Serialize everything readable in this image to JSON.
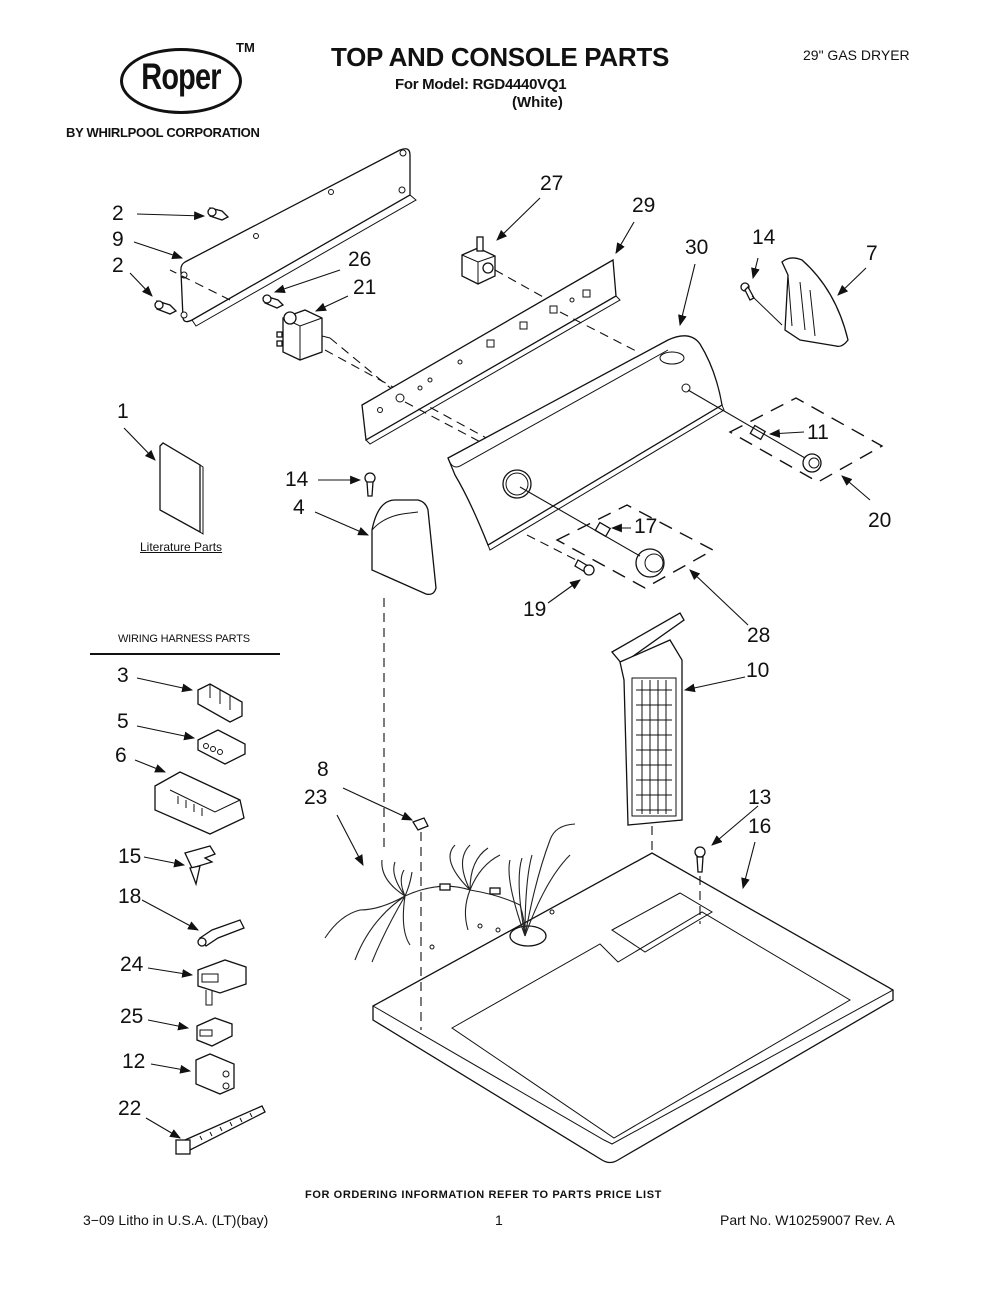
{
  "header": {
    "brand": "Roper",
    "trademark": "TM",
    "corporation": "BY WHIRLPOOL CORPORATION",
    "title": "TOP AND CONSOLE PARTS",
    "model_line": "For Model: RGD4440VQ1",
    "color_line": "(White)",
    "product_type": "29\" GAS DRYER"
  },
  "sections": {
    "literature_label": "Literature Parts",
    "wiring_harness_title": "WIRING HARNESS PARTS"
  },
  "callouts": [
    {
      "id": "c2a",
      "label": "2"
    },
    {
      "id": "c9",
      "label": "9"
    },
    {
      "id": "c2b",
      "label": "2"
    },
    {
      "id": "c26",
      "label": "26"
    },
    {
      "id": "c21",
      "label": "21"
    },
    {
      "id": "c27",
      "label": "27"
    },
    {
      "id": "c29",
      "label": "29"
    },
    {
      "id": "c30",
      "label": "30"
    },
    {
      "id": "c14a",
      "label": "14"
    },
    {
      "id": "c7",
      "label": "7"
    },
    {
      "id": "c1",
      "label": "1"
    },
    {
      "id": "c11",
      "label": "11"
    },
    {
      "id": "c20",
      "label": "20"
    },
    {
      "id": "c14b",
      "label": "14"
    },
    {
      "id": "c4",
      "label": "4"
    },
    {
      "id": "c17",
      "label": "17"
    },
    {
      "id": "c19",
      "label": "19"
    },
    {
      "id": "c28",
      "label": "28"
    },
    {
      "id": "c10",
      "label": "10"
    },
    {
      "id": "c3",
      "label": "3"
    },
    {
      "id": "c5",
      "label": "5"
    },
    {
      "id": "c6",
      "label": "6"
    },
    {
      "id": "c8",
      "label": "8"
    },
    {
      "id": "c23",
      "label": "23"
    },
    {
      "id": "c13",
      "label": "13"
    },
    {
      "id": "c16",
      "label": "16"
    },
    {
      "id": "c15",
      "label": "15"
    },
    {
      "id": "c18",
      "label": "18"
    },
    {
      "id": "c24",
      "label": "24"
    },
    {
      "id": "c25",
      "label": "25"
    },
    {
      "id": "c12",
      "label": "12"
    },
    {
      "id": "c22",
      "label": "22"
    }
  ],
  "footer": {
    "order_note": "FOR ORDERING INFORMATION REFER TO PARTS PRICE LIST",
    "litho": "3−09 Litho in U.S.A. (LT)(bay)",
    "page_number": "1",
    "part_number": "Part No. W10259007 Rev. A"
  }
}
